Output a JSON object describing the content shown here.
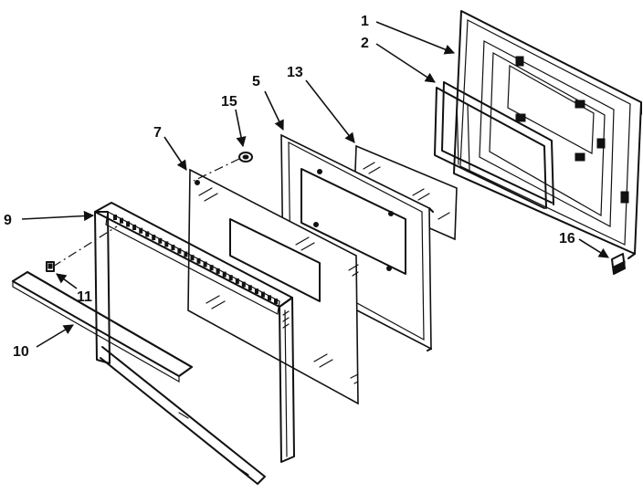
{
  "callouts": [
    {
      "id": "1",
      "text": "1"
    },
    {
      "id": "2",
      "text": "2"
    },
    {
      "id": "5",
      "text": "5"
    },
    {
      "id": "7",
      "text": "7"
    },
    {
      "id": "9",
      "text": "9"
    },
    {
      "id": "10",
      "text": "10"
    },
    {
      "id": "11",
      "text": "11"
    },
    {
      "id": "13",
      "text": "13"
    },
    {
      "id": "15",
      "text": "15"
    },
    {
      "id": "16",
      "text": "16"
    }
  ]
}
